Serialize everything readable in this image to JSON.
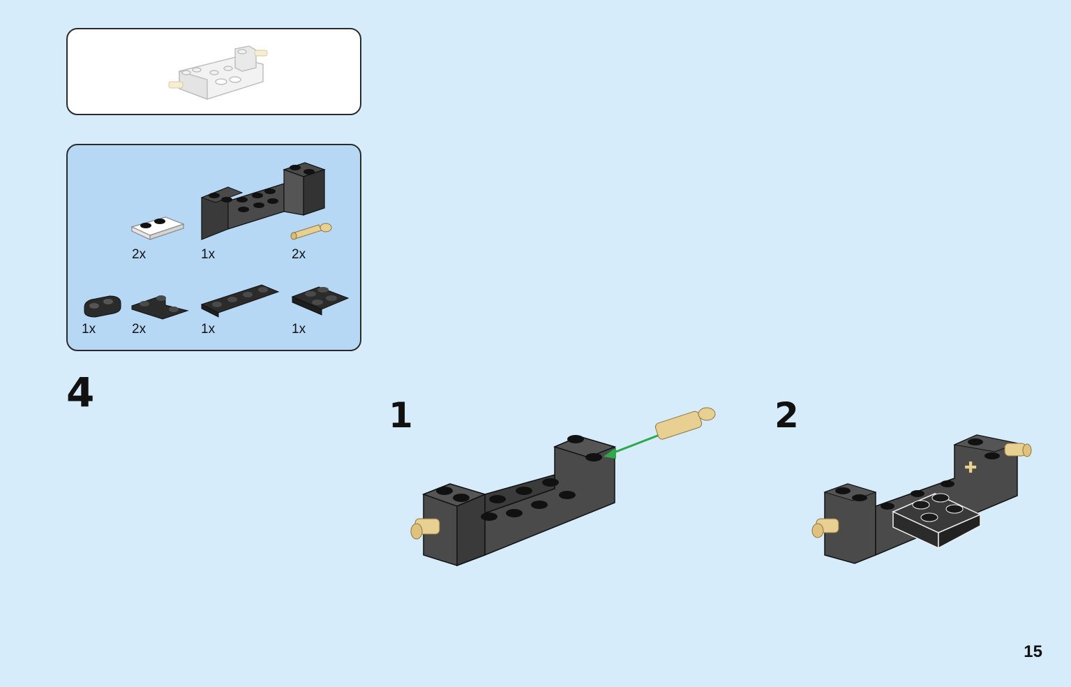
{
  "page": {
    "number": "15",
    "background": "#d6ecfa"
  },
  "step": {
    "main_number": "4"
  },
  "parts_list": {
    "items": [
      {
        "name": "white-tile-1x2-with-grille",
        "qty": "2x",
        "color": "#ffffff"
      },
      {
        "name": "black-brick-modified-1x6",
        "qty": "1x",
        "color": "#3a3a3a"
      },
      {
        "name": "tan-technic-pin",
        "qty": "2x",
        "color": "#e8cf92"
      },
      {
        "name": "black-plate-round-ends-1x2",
        "qty": "1x",
        "color": "#2b2b2b"
      },
      {
        "name": "black-plate-corner-2x2",
        "qty": "2x",
        "color": "#2b2b2b"
      },
      {
        "name": "black-plate-1x4",
        "qty": "1x",
        "color": "#2b2b2b"
      },
      {
        "name": "black-plate-2x2",
        "qty": "1x",
        "color": "#2b2b2b"
      }
    ]
  },
  "substeps": [
    {
      "number": "1"
    },
    {
      "number": "2"
    }
  ],
  "colors": {
    "arrow": "#2ea84a",
    "brick_dark": "#3d3d3d",
    "tan": "#e8cf92"
  }
}
